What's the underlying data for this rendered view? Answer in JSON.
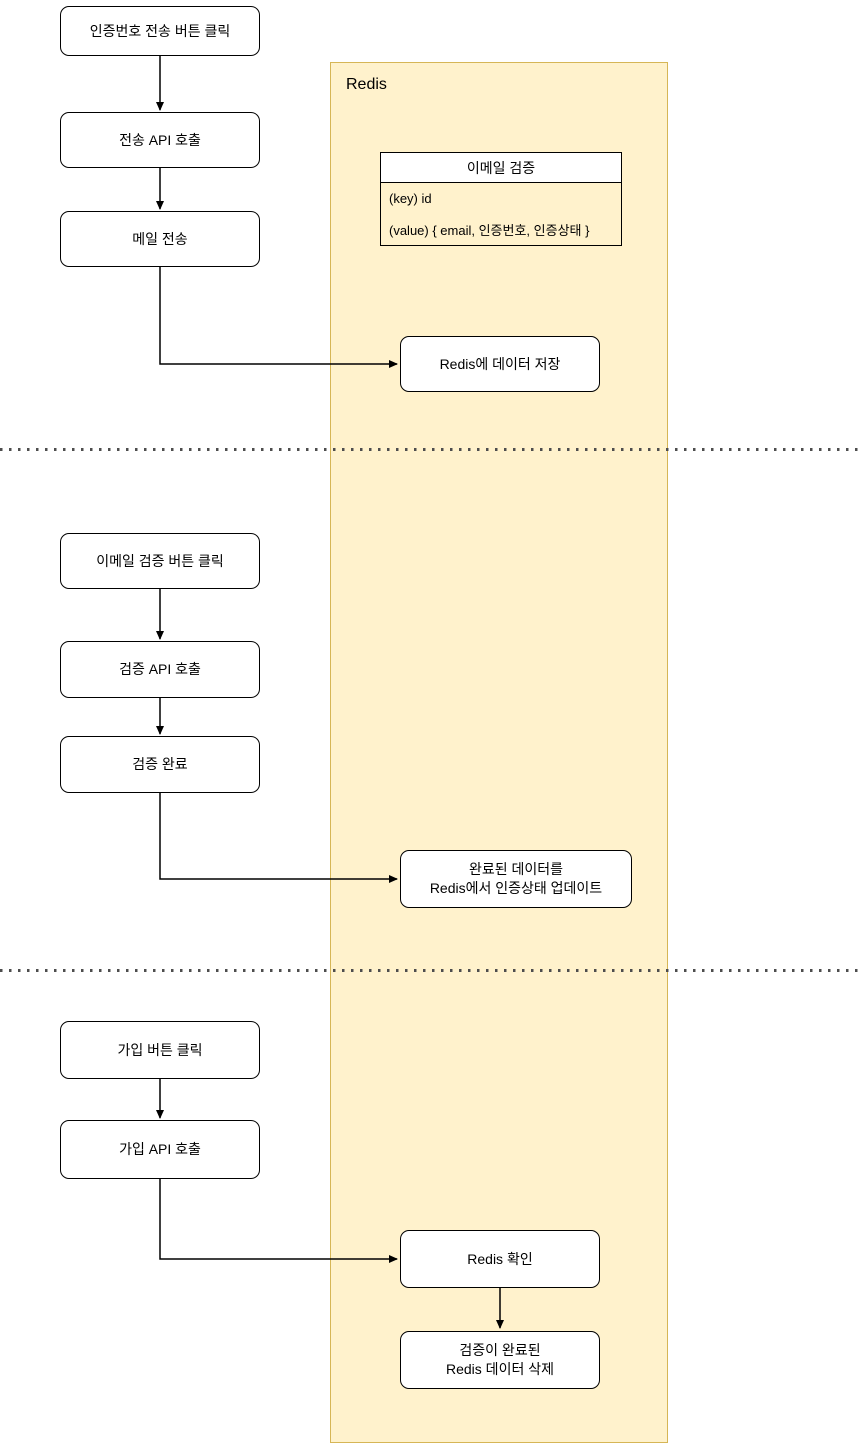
{
  "diagram": {
    "container": {
      "label": "Redis"
    },
    "colors": {
      "container_fill": "#FFF2CC",
      "container_border": "#D6B656",
      "node_fill": "#FFFFFF",
      "node_border": "#000000",
      "divider_dot": "#4D4D4D"
    },
    "table": {
      "title": "이메일 검증",
      "rows": [
        "(key) id",
        "(value) { email, 인증번호, 인증상태 }"
      ]
    },
    "nodes": {
      "send_code_click": "인증번호 전송 버튼 클릭",
      "send_api_call": "전송 API 호출",
      "mail_send": "메일 전송",
      "redis_save": "Redis에 데이터 저장",
      "email_verify_click": "이메일 검증 버튼 클릭",
      "verify_api_call": "검증 API 호출",
      "verify_done": "검증 완료",
      "redis_update_line1": "완료된 데이터를",
      "redis_update_line2": "Redis에서 인증상태 업데이트",
      "join_click": "가입 버튼 클릭",
      "join_api_call": "가입 API 호출",
      "redis_check": "Redis 확인",
      "redis_delete_line1": "검증이 완료된",
      "redis_delete_line2": "Redis 데이터 삭제"
    }
  }
}
